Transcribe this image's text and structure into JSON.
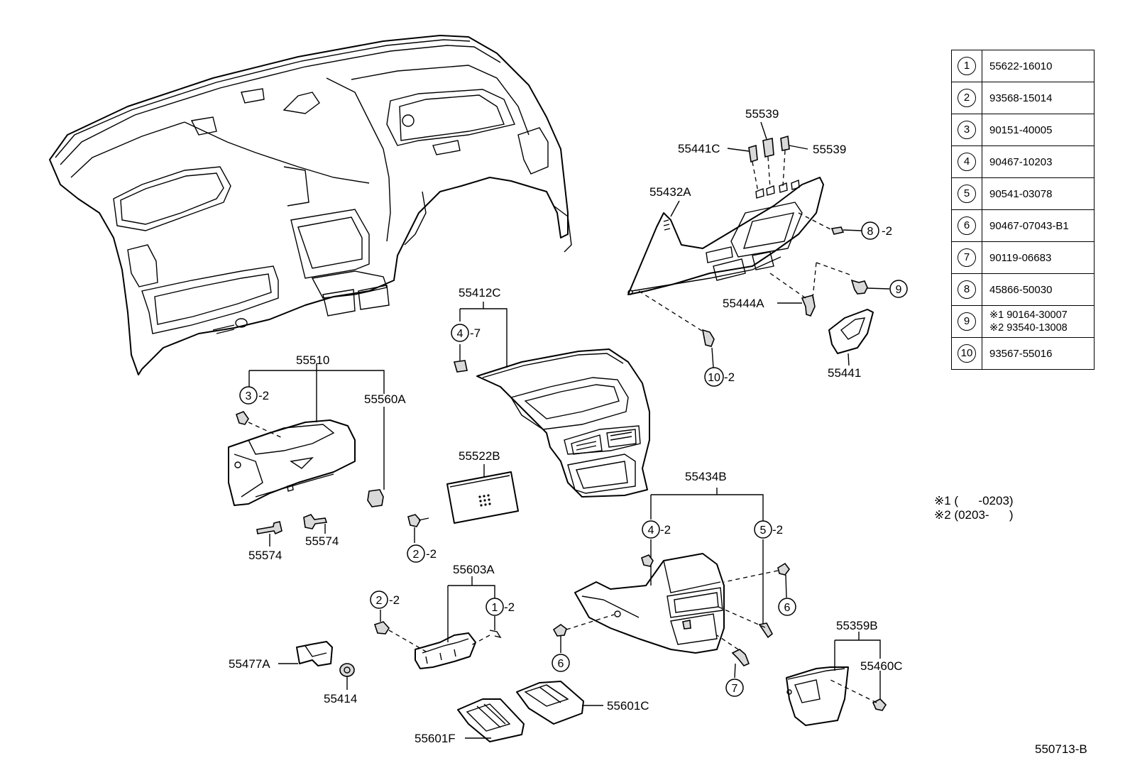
{
  "labels": {
    "l55539a": "55539",
    "l55441c": "55441C",
    "l55539b": "55539",
    "l55432a": "55432A",
    "l8": "-2",
    "l55444a": "55444A",
    "l55441": "55441",
    "l10": "-2",
    "l55412c": "55412C",
    "l4a": "-7",
    "l55510": "55510",
    "l3": "-2",
    "l55560a": "55560A",
    "l55522b": "55522B",
    "l2a": "-2",
    "l55574a": "55574",
    "l55574b": "55574",
    "l55434b": "55434B",
    "l4b": "-2",
    "l5": "-2",
    "l55603a": "55603A",
    "l2b": "-2",
    "l1": "-2",
    "l55477a": "55477A",
    "l55414": "55414",
    "l55601c": "55601C",
    "l55601f": "55601F",
    "l55359b": "55359B",
    "l55460c": "55460C"
  },
  "callouts": [
    "8",
    "9",
    "10",
    "4",
    "3",
    "2",
    "4",
    "5",
    "6",
    "6",
    "7",
    "2",
    "1"
  ],
  "legend": [
    {
      "num": "1",
      "part": "55622-16010"
    },
    {
      "num": "2",
      "part": "93568-15014"
    },
    {
      "num": "3",
      "part": "90151-40005"
    },
    {
      "num": "4",
      "part": "90467-10203"
    },
    {
      "num": "5",
      "part": "90541-03078"
    },
    {
      "num": "6",
      "part": "90467-07043-B1"
    },
    {
      "num": "7",
      "part": "90119-06683"
    },
    {
      "num": "8",
      "part": "45866-50030"
    },
    {
      "num": "9",
      "part": "※1  90164-30007",
      "part2": "※2  93540-13008"
    },
    {
      "num": "10",
      "part": "93567-55016"
    }
  ],
  "notes": {
    "n1": "※1 (      -0203)",
    "n2": "※2 (0203-      )"
  },
  "drawing_number": "550713-B"
}
